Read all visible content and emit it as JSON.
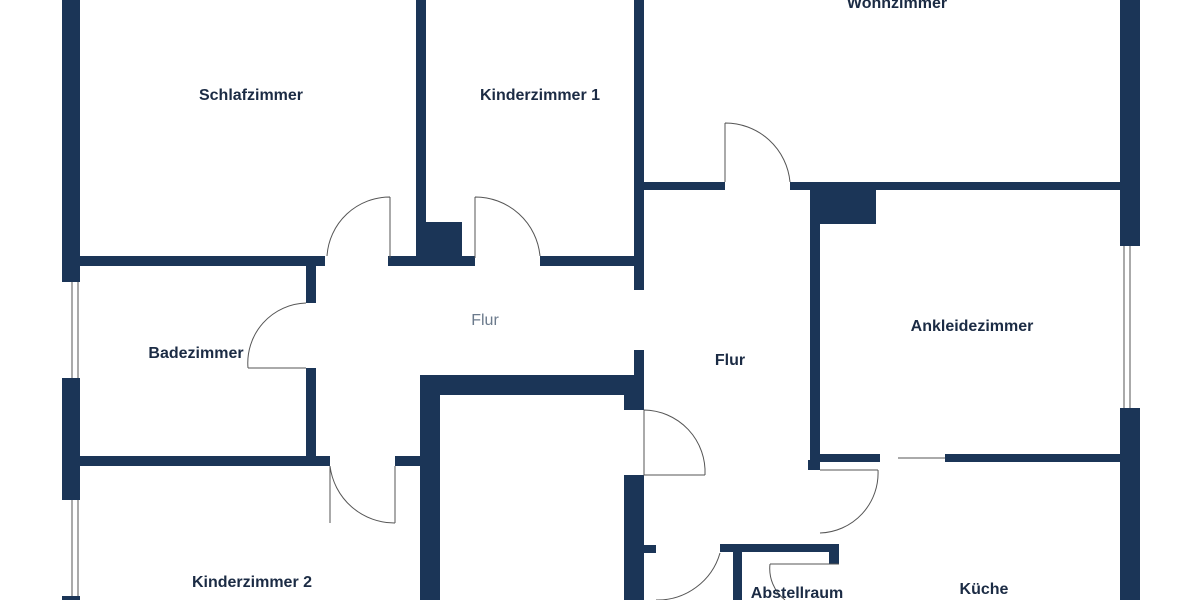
{
  "colors": {
    "wall": "#1b3557",
    "background": "#ffffff",
    "text": "#1b2b44"
  },
  "rooms": [
    {
      "id": "wohnzimmer",
      "label": "Wohnzimmer"
    },
    {
      "id": "schlafzimmer",
      "label": "Schlafzimmer"
    },
    {
      "id": "kinderzimmer1",
      "label": "Kinderzimmer 1"
    },
    {
      "id": "flur1",
      "label": "Flur"
    },
    {
      "id": "flur2",
      "label": "Flur"
    },
    {
      "id": "badezimmer",
      "label": "Badezimmer"
    },
    {
      "id": "ankleidezimmer",
      "label": "Ankleidezimmer"
    },
    {
      "id": "kinderzimmer2",
      "label": "Kinderzimmer 2"
    },
    {
      "id": "abstellraum",
      "label": "Abstellraum"
    },
    {
      "id": "kueche",
      "label": "Küche"
    }
  ]
}
